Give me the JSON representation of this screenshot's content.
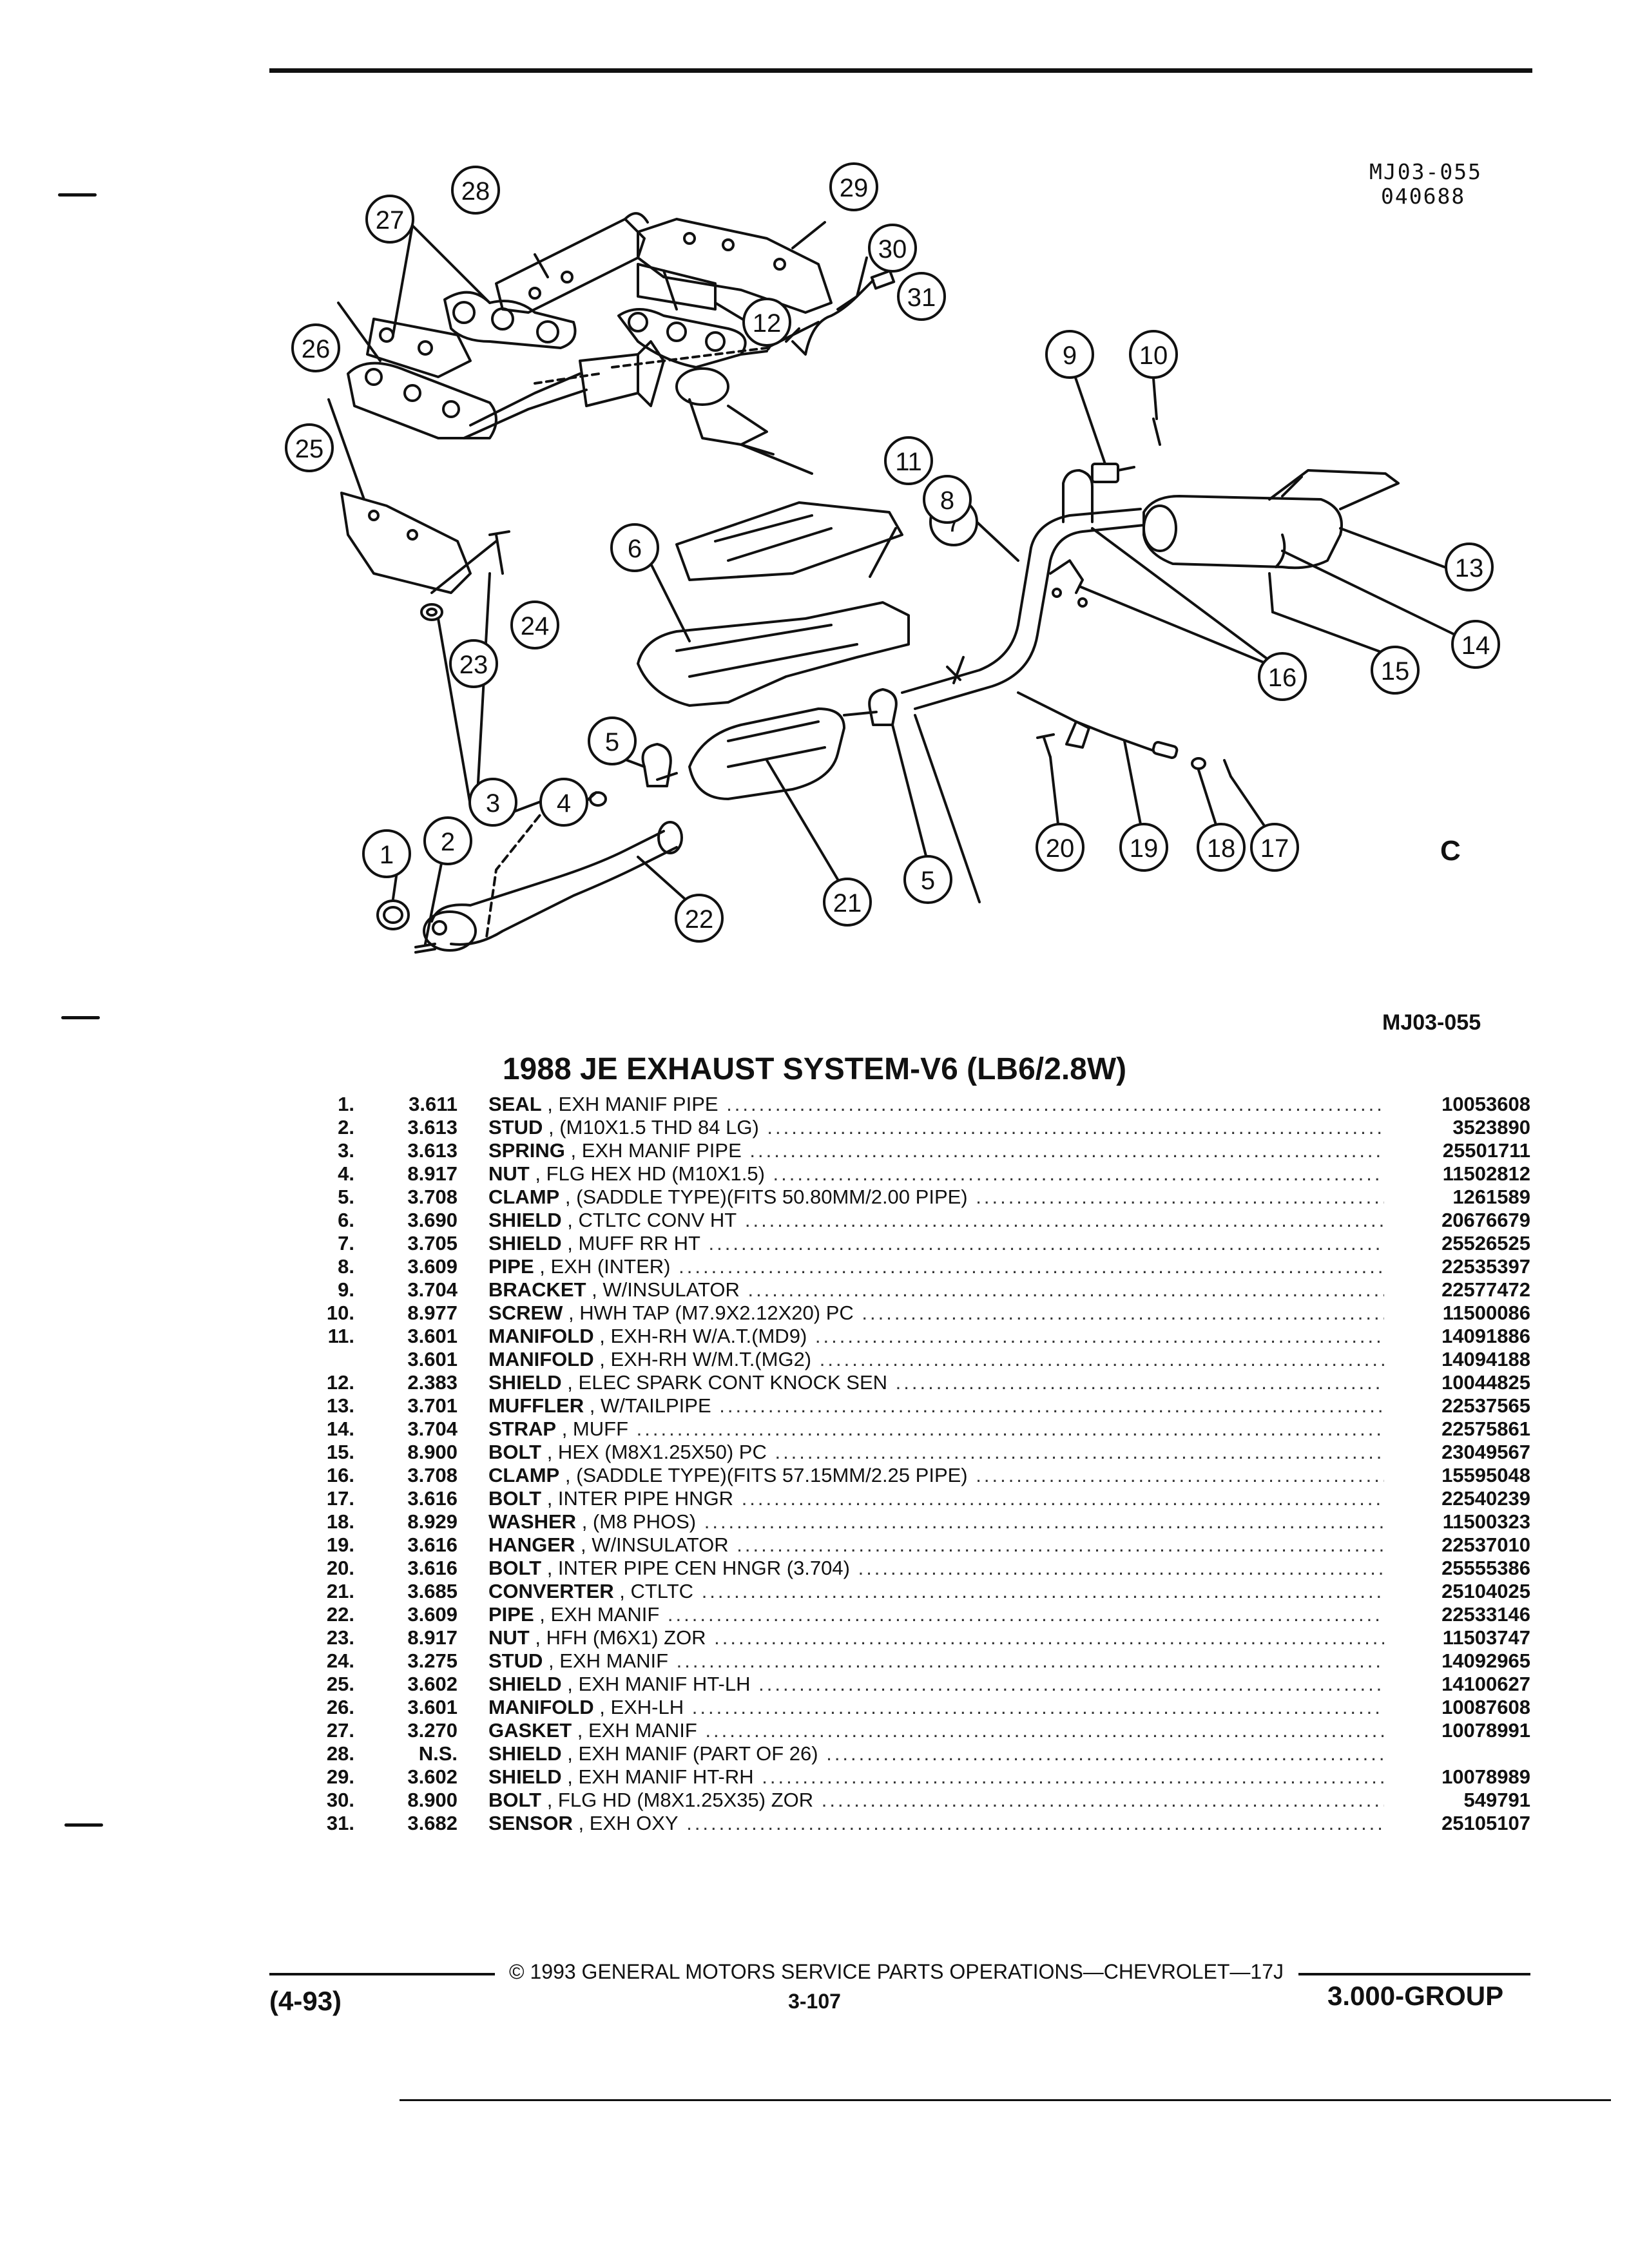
{
  "header": {
    "code_top": "MJ03-055",
    "date_code": "040688",
    "code_bottom": "MJ03-055",
    "logo_text": "C"
  },
  "callouts": [
    "1",
    "2",
    "3",
    "4",
    "5",
    "5",
    "6",
    "7",
    "8",
    "9",
    "10",
    "11",
    "12",
    "13",
    "14",
    "15",
    "16",
    "17",
    "18",
    "19",
    "20",
    "21",
    "22",
    "23",
    "24",
    "25",
    "26",
    "27",
    "28",
    "29",
    "30",
    "31"
  ],
  "title": "1988 JE EXHAUST SYSTEM-V6 (LB6/2.8W)",
  "parts": [
    {
      "num": "1.",
      "grp": "3.611",
      "name": "SEAL",
      "desc": "EXH MANIF PIPE",
      "pn": "10053608"
    },
    {
      "num": "2.",
      "grp": "3.613",
      "name": "STUD",
      "desc": "(M10X1.5 THD 84 LG)",
      "pn": "3523890"
    },
    {
      "num": "3.",
      "grp": "3.613",
      "name": "SPRING",
      "desc": "EXH MANIF PIPE",
      "pn": "25501711"
    },
    {
      "num": "4.",
      "grp": "8.917",
      "name": "NUT",
      "desc": "FLG HEX HD (M10X1.5)",
      "pn": "11502812"
    },
    {
      "num": "5.",
      "grp": "3.708",
      "name": "CLAMP",
      "desc": "(SADDLE TYPE)(FITS 50.80MM/2.00 PIPE)",
      "pn": "1261589"
    },
    {
      "num": "6.",
      "grp": "3.690",
      "name": "SHIELD",
      "desc": "CTLTC CONV HT",
      "pn": "20676679"
    },
    {
      "num": "7.",
      "grp": "3.705",
      "name": "SHIELD",
      "desc": "MUFF RR HT",
      "pn": "25526525"
    },
    {
      "num": "8.",
      "grp": "3.609",
      "name": "PIPE",
      "desc": "EXH (INTER)",
      "pn": "22535397"
    },
    {
      "num": "9.",
      "grp": "3.704",
      "name": "BRACKET",
      "desc": "W/INSULATOR",
      "pn": "22577472"
    },
    {
      "num": "10.",
      "grp": "8.977",
      "name": "SCREW",
      "desc": "HWH TAP (M7.9X2.12X20) PC",
      "pn": "11500086"
    },
    {
      "num": "11.",
      "grp": "3.601",
      "name": "MANIFOLD",
      "desc": "EXH-RH W/A.T.(MD9)",
      "pn": "14091886"
    },
    {
      "num": "",
      "grp": "3.601",
      "name": "MANIFOLD",
      "desc": "EXH-RH W/M.T.(MG2)",
      "pn": "14094188"
    },
    {
      "num": "12.",
      "grp": "2.383",
      "name": "SHIELD",
      "desc": "ELEC SPARK CONT KNOCK SEN",
      "pn": "10044825"
    },
    {
      "num": "13.",
      "grp": "3.701",
      "name": "MUFFLER",
      "desc": "W/TAILPIPE",
      "pn": "22537565"
    },
    {
      "num": "14.",
      "grp": "3.704",
      "name": "STRAP",
      "desc": "MUFF",
      "pn": "22575861"
    },
    {
      "num": "15.",
      "grp": "8.900",
      "name": "BOLT",
      "desc": "HEX (M8X1.25X50) PC",
      "pn": "23049567"
    },
    {
      "num": "16.",
      "grp": "3.708",
      "name": "CLAMP",
      "desc": "(SADDLE TYPE)(FITS 57.15MM/2.25 PIPE)",
      "pn": "15595048"
    },
    {
      "num": "17.",
      "grp": "3.616",
      "name": "BOLT",
      "desc": "INTER PIPE HNGR",
      "pn": "22540239"
    },
    {
      "num": "18.",
      "grp": "8.929",
      "name": "WASHER",
      "desc": "(M8 PHOS)",
      "pn": "11500323"
    },
    {
      "num": "19.",
      "grp": "3.616",
      "name": "HANGER",
      "desc": "W/INSULATOR",
      "pn": "22537010"
    },
    {
      "num": "20.",
      "grp": "3.616",
      "name": "BOLT",
      "desc": "INTER PIPE CEN HNGR (3.704)",
      "pn": "25555386"
    },
    {
      "num": "21.",
      "grp": "3.685",
      "name": "CONVERTER",
      "desc": "CTLTC",
      "pn": "25104025"
    },
    {
      "num": "22.",
      "grp": "3.609",
      "name": "PIPE",
      "desc": "EXH MANIF",
      "pn": "22533146"
    },
    {
      "num": "23.",
      "grp": "8.917",
      "name": "NUT",
      "desc": "HFH (M6X1) ZOR",
      "pn": "11503747"
    },
    {
      "num": "24.",
      "grp": "3.275",
      "name": "STUD",
      "desc": "EXH MANIF",
      "pn": "14092965"
    },
    {
      "num": "25.",
      "grp": "3.602",
      "name": "SHIELD",
      "desc": "EXH MANIF HT-LH",
      "pn": "14100627"
    },
    {
      "num": "26.",
      "grp": "3.601",
      "name": "MANIFOLD",
      "desc": "EXH-LH",
      "pn": "10087608"
    },
    {
      "num": "27.",
      "grp": "3.270",
      "name": "GASKET",
      "desc": "EXH MANIF",
      "pn": "10078991"
    },
    {
      "num": "28.",
      "grp": "N.S.",
      "name": "SHIELD",
      "desc": "EXH MANIF (PART OF 26)",
      "pn": ""
    },
    {
      "num": "29.",
      "grp": "3.602",
      "name": "SHIELD",
      "desc": "EXH MANIF HT-RH",
      "pn": "10078989"
    },
    {
      "num": "30.",
      "grp": "8.900",
      "name": "BOLT",
      "desc": "FLG HD (M8X1.25X35) ZOR",
      "pn": "549791"
    },
    {
      "num": "31.",
      "grp": "3.682",
      "name": "SENSOR",
      "desc": "EXH OXY",
      "pn": "25105107"
    }
  ],
  "footer": {
    "copyright": "© 1993 GENERAL MOTORS SERVICE PARTS OPERATIONS—CHEVROLET—17J",
    "page": "3-107",
    "date": "(4-93)",
    "group": "3.000-GROUP"
  }
}
